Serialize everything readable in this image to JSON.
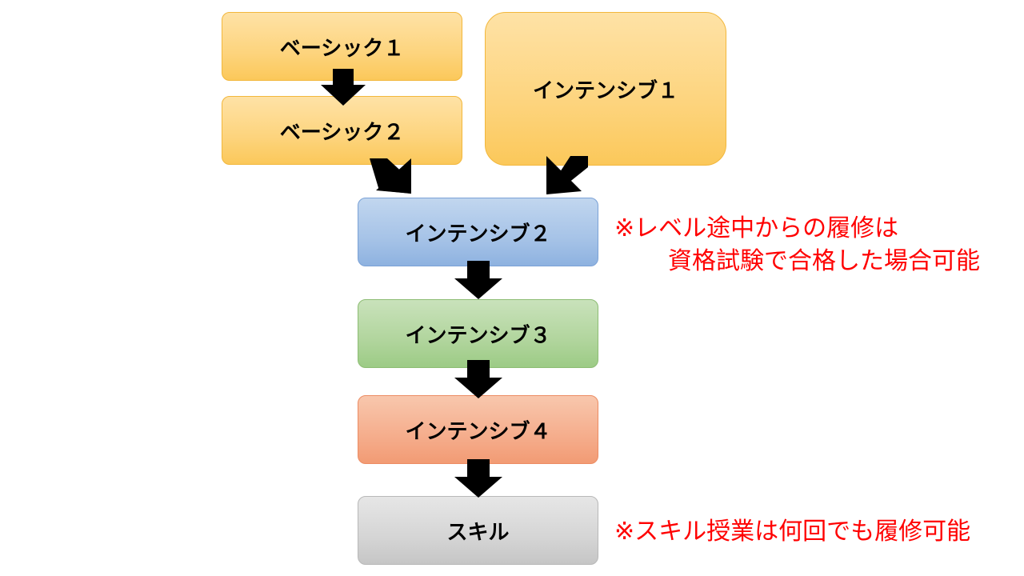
{
  "boxes": {
    "basic1": "ベーシック１",
    "basic2": "ベーシック２",
    "intensive1": "インテンシブ１",
    "intensive2": "インテンシブ２",
    "intensive3": "インテンシブ３",
    "intensive4": "インテンシブ４",
    "skill": "スキル"
  },
  "notes": {
    "midlevel_line1": "※レベル途中からの履修は",
    "midlevel_line2": "資格試験で合格した場合可能",
    "skill_note": "※スキル授業は何回でも履修可能"
  },
  "colors": {
    "yellow": "#fdd47d",
    "blue": "#a6c3e7",
    "green": "#b1d59d",
    "orange": "#f5ad8c",
    "gray": "#d5d5d5",
    "note_text": "#ff0000",
    "arrow": "#000000"
  }
}
